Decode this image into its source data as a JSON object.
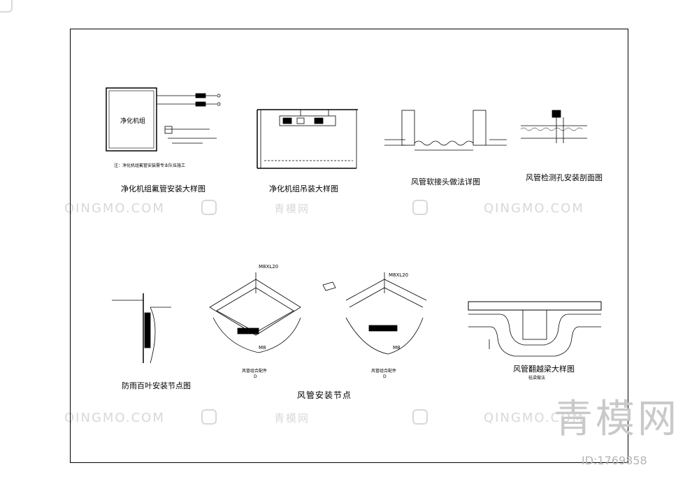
{
  "drawings": {
    "unit1": {
      "title": "净化机组氟管安装大样图",
      "box_label": "净化机组",
      "note": "注：净化机组氟管安装需专业队伍施工"
    },
    "unit2": {
      "title": "净化机组吊装大样图"
    },
    "unit3": {
      "title": "风管软接头做法详图"
    },
    "unit4": {
      "title": "风管检测孔安装剖面图"
    },
    "unit5": {
      "title": "防雨百叶安装节点图"
    },
    "unit6": {
      "caption_a": "风管组合配件",
      "caption_a_sub": "D",
      "caption_b": "风管组合配件",
      "caption_b_sub": "D",
      "label_bolt": "M8XL20",
      "label_nut": "M8"
    },
    "unit7": {
      "title": "风管翻越梁大样图",
      "sub": "桂梁做法"
    },
    "group_title": "风管安装节点"
  },
  "watermark": {
    "text": "QINGMO.COM",
    "cn": "青模网"
  },
  "brand": {
    "text": "青模网",
    "id": "ID:1769858"
  },
  "colors": {
    "line": "#000000",
    "watermark": "#d8d8d8"
  }
}
